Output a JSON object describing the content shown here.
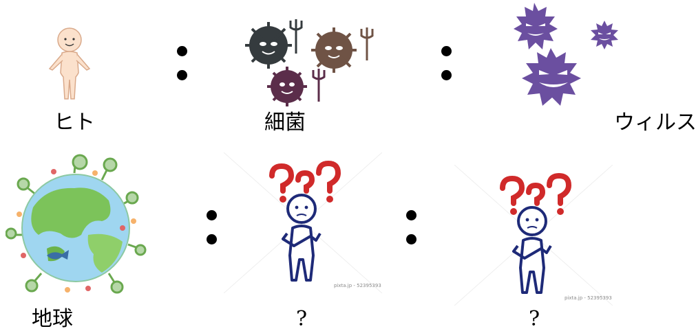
{
  "labels": {
    "human": "ヒト",
    "bacteria": "細菌",
    "virus": "ウィルス",
    "earth": "地球",
    "unknown_1": "?",
    "unknown_2": "?"
  },
  "watermarks": {
    "credit_1": "pixta.jp - 52395393",
    "credit_2": "pixta.jp - 52395393"
  },
  "icons": [
    "human-figure",
    "bacteria-germs",
    "virus-particles",
    "earth-globe",
    "confused-person",
    "confused-person",
    "colon-separator"
  ],
  "colors": {
    "skin": "#fbe1cc",
    "germ_dark": "#353b3e",
    "germ_brown": "#6f5345",
    "germ_purple": "#5b2d4a",
    "virus": "#6b4fa0",
    "question": "#d02a2a",
    "stick_figure": "#1e2a78"
  }
}
